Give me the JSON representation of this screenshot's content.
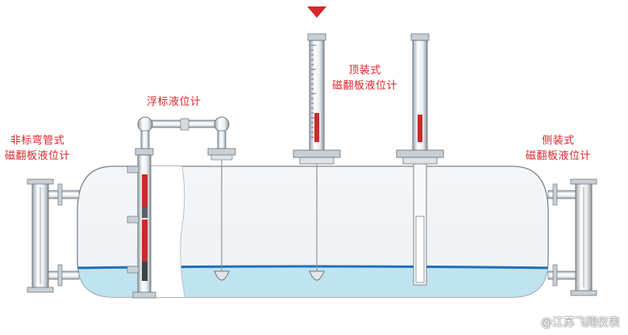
{
  "labels": {
    "left": [
      "非标弯管式",
      "磁翻板液位计"
    ],
    "float": "浮标液位计",
    "top": [
      "顶装式",
      "磁翻板液位计"
    ],
    "side": [
      "侧装式",
      "磁翻板液位计"
    ]
  },
  "watermark": "@江苏飞翔仪表",
  "colors": {
    "marker": "#d9262b",
    "label": "#d9262b",
    "liquid": "#bfe3ef",
    "liquid_surface": "#1d6fb8",
    "indicator_red": "#cc2a2a"
  },
  "marker_icon": "down-triangle-icon"
}
